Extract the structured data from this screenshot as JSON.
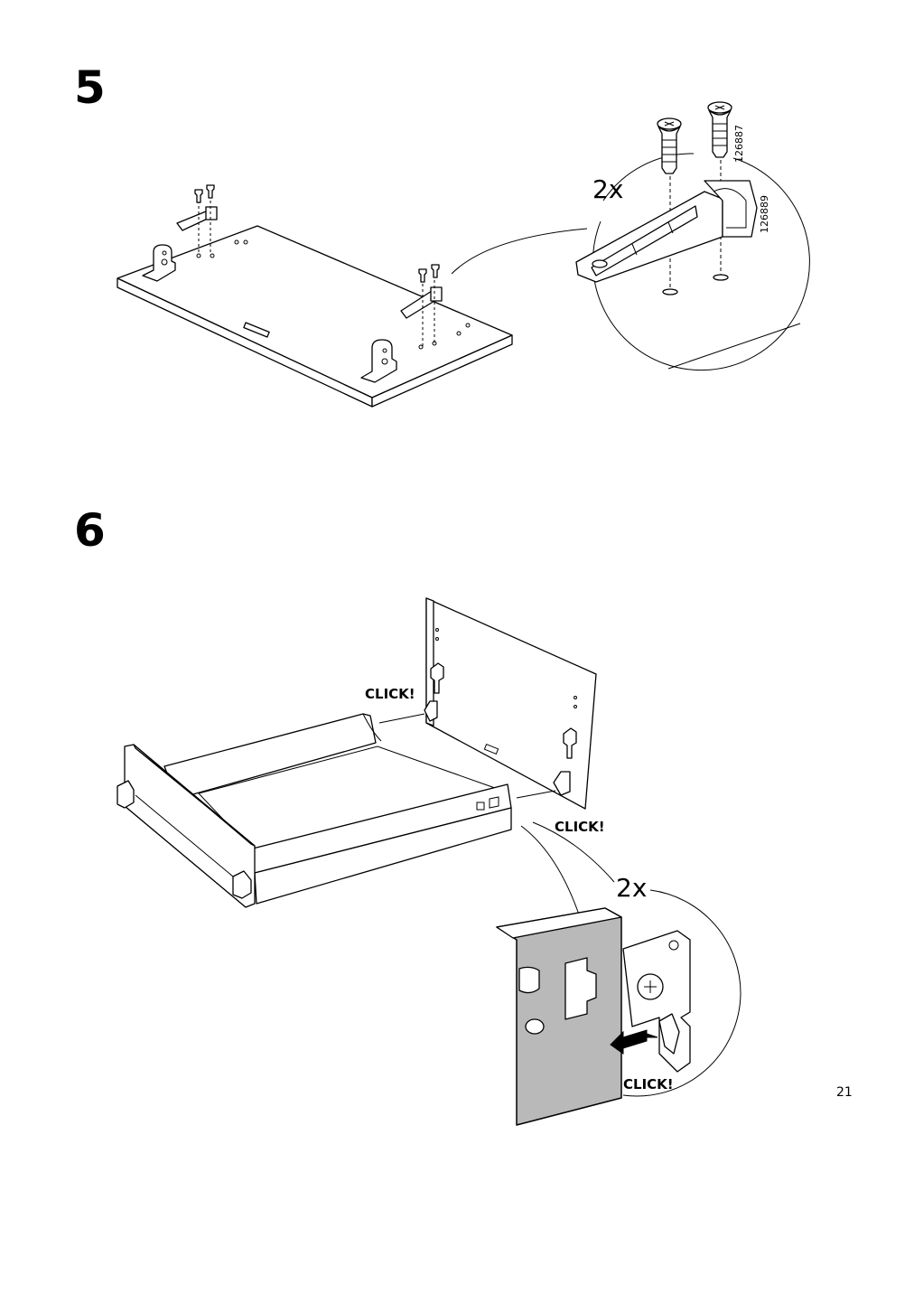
{
  "page_number": "21",
  "steps": [
    {
      "number": "5",
      "detail": {
        "quantity": "2x",
        "part_codes": [
          "126887",
          "126889"
        ]
      }
    },
    {
      "number": "6",
      "click_labels": [
        "CLICK!",
        "CLICK!",
        "CLICK!"
      ],
      "detail": {
        "quantity": "2x"
      }
    }
  ],
  "colors": {
    "line": "#000000",
    "panel_gray": "#b9b9b9",
    "background": "#ffffff"
  }
}
